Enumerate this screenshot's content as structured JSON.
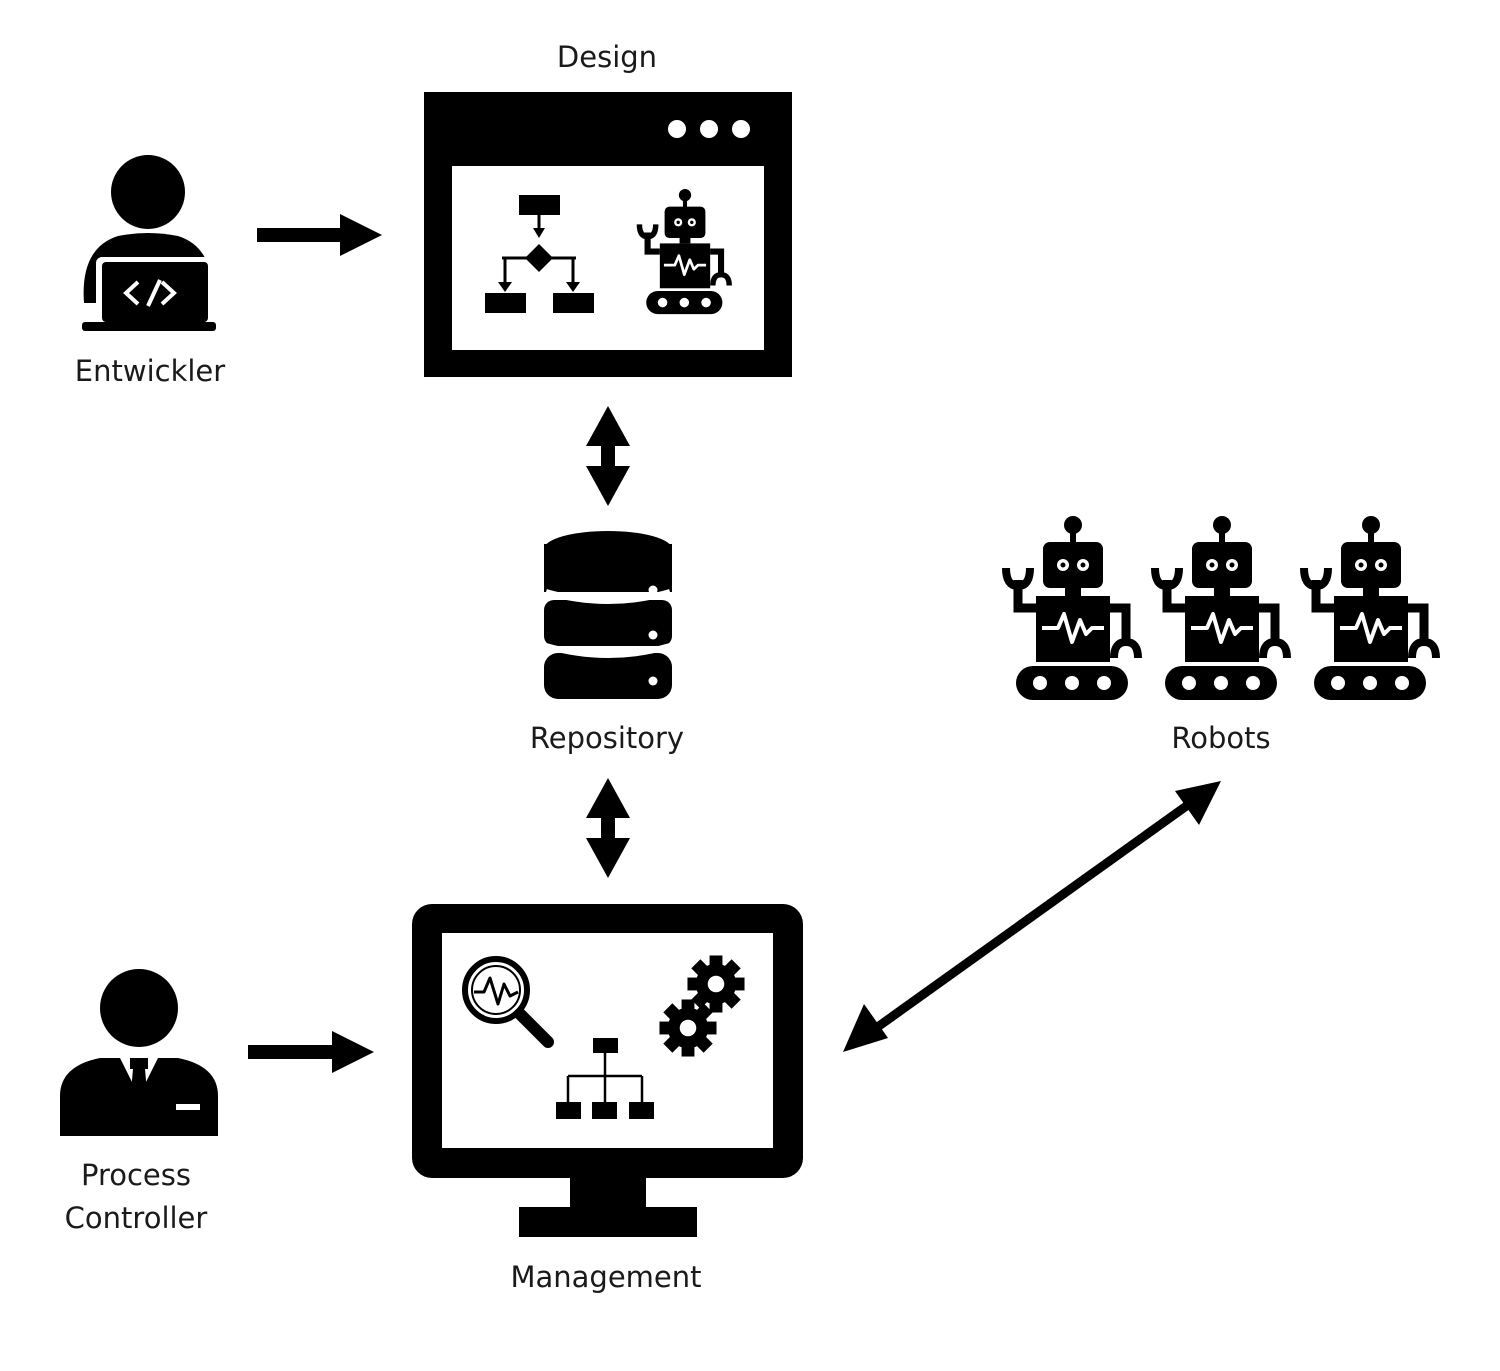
{
  "labels": {
    "design": "Design",
    "developer": "Entwickler",
    "repository": "Repository",
    "robots": "Robots",
    "process_controller_line1": "Process",
    "process_controller_line2": "Controller",
    "management": "Management"
  },
  "colors": {
    "ink": "#000000",
    "background": "#ffffff",
    "text": "#1a1a1a"
  },
  "icons": {
    "developer": "developer-laptop-icon",
    "design": "browser-window-icon",
    "repository": "database-icon",
    "robots": "robot-icon",
    "process_controller": "businessman-icon",
    "management": "monitor-icon"
  }
}
